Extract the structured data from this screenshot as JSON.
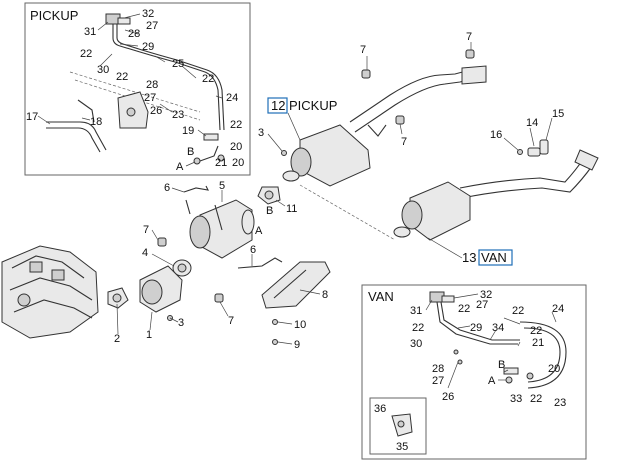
{
  "insets": {
    "pickup_title": "PICKUP",
    "van_title": "VAN",
    "detail_ref_a": "A",
    "detail_ref_b": "B"
  },
  "callouts": {
    "pickup_model": {
      "number": "12",
      "label": "PICKUP"
    },
    "van_model": {
      "number": "13",
      "label": "VAN"
    }
  },
  "labels": {
    "p32": "32",
    "p31": "31",
    "p27": "27",
    "p28": "28",
    "p22a": "22",
    "p29": "29",
    "p25": "25",
    "p30": "30",
    "p22b": "22",
    "p28b": "28",
    "p22c": "22",
    "p27b": "27",
    "p26": "26",
    "p23": "23",
    "p24": "24",
    "p17": "17",
    "p18": "18",
    "p19": "19",
    "p22d": "22",
    "p21": "21",
    "p20": "20",
    "m7a": "7",
    "m7b": "7",
    "m7c": "7",
    "m3": "3",
    "m15": "15",
    "m14": "14",
    "m16": "16",
    "m6a": "6",
    "m5": "5",
    "m11": "11",
    "m7d": "7",
    "m4": "4",
    "m6b": "6",
    "m8": "8",
    "m7e": "7",
    "m10": "10",
    "m9": "9",
    "m3b": "3",
    "m1": "1",
    "m2": "2",
    "v32": "32",
    "v27": "27",
    "v22a": "22",
    "v29": "29",
    "v34": "34",
    "v24": "24",
    "v30": "30",
    "v21": "21",
    "v28": "28",
    "v20": "20",
    "v27b": "27",
    "v26": "26",
    "v33": "33",
    "v22b": "22",
    "v23": "23",
    "v36": "36",
    "v35": "35",
    "v31": "31",
    "v22c": "22",
    "v22d": "22"
  }
}
